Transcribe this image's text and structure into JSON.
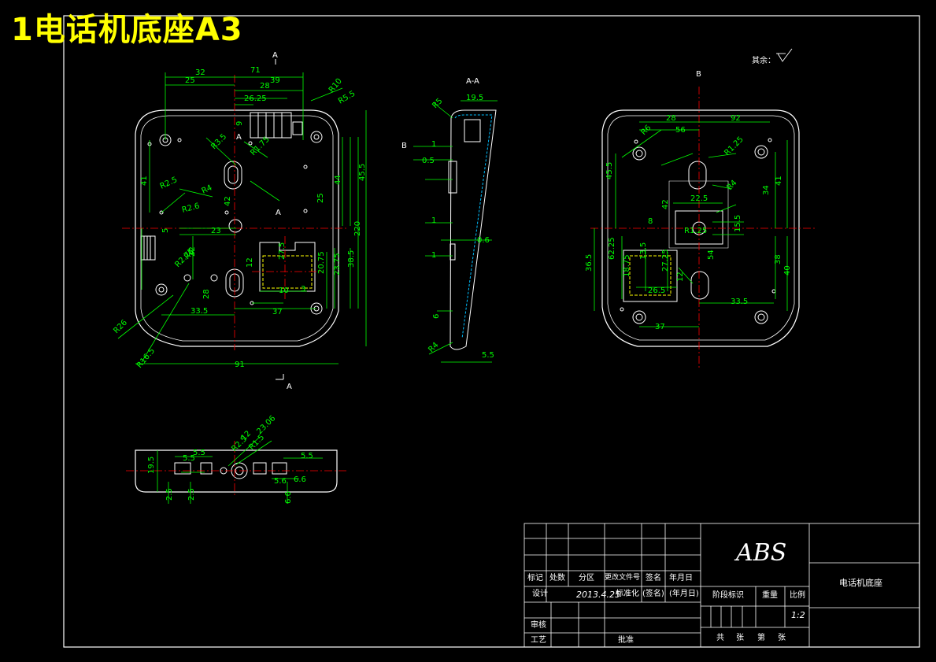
{
  "title": "1电话机底座A3",
  "note_text": "其余",
  "section_label": "A-A",
  "view_b_label": "B",
  "section_letter": "A",
  "colors": {
    "background": "#000000",
    "outline": "#ffffff",
    "dimension": "#00ff00",
    "centerline": "#ff0000",
    "hidden": "#ffff00",
    "title_color": "#ffff00",
    "hatch": "#00bfff"
  },
  "title_block": {
    "material": "ABS",
    "part_name": "电话机底座",
    "headers": [
      "标记",
      "处数",
      "分区",
      "更改文件号",
      "签名",
      "年月日"
    ],
    "design_label": "设计",
    "design_date": "2013.4.25",
    "standardize": "标准化",
    "sign": "(签名)",
    "ymd": "(年月日)",
    "stage_mark": "阶段标识",
    "weight": "重量",
    "ratio_label": "比例",
    "ratio": "1:2",
    "review": "审核",
    "process": "工艺",
    "approve": "批准",
    "total": "共",
    "sheets": "张",
    "sheet_no": "第",
    "sheets2": "张"
  },
  "dims_front": [
    "32",
    "71",
    "25",
    "28",
    "39",
    "R10",
    "R5.5",
    "26.25",
    "9",
    "41",
    "R3.5",
    "R1.75",
    "R2.5",
    "R4",
    "45.5",
    "44",
    "R2.6",
    "42",
    "25",
    "220",
    "23",
    "22",
    "27.5",
    "20.75",
    "23.75",
    "38.5",
    "R6",
    "R2.75",
    "28",
    "R26",
    "33.5",
    "37",
    "91",
    "R16.5",
    "5",
    "12",
    "10",
    "3"
  ],
  "dims_section": [
    "19.5",
    "R5",
    "1",
    "0.5",
    "1",
    "0.6",
    "1",
    "6",
    "R4",
    "5.5"
  ],
  "dims_viewb": [
    "28",
    "92",
    "R6",
    "56",
    "R1.25",
    "45.5",
    "34",
    "41",
    "22.5",
    "R4",
    "8",
    "42",
    "R1.25",
    "15.5",
    "36.5",
    "62.25",
    "13.5",
    "27.25",
    "18.75",
    "54",
    "12",
    "26.5",
    "33.5",
    "37",
    "38",
    "40"
  ],
  "dims_bottom": [
    "5.5",
    "12",
    "23.06",
    "R2.5",
    "R1.5",
    "5.5",
    "19.5",
    "5.5",
    "5.6",
    "6.6",
    "2.5",
    "2.5",
    "6.6"
  ]
}
